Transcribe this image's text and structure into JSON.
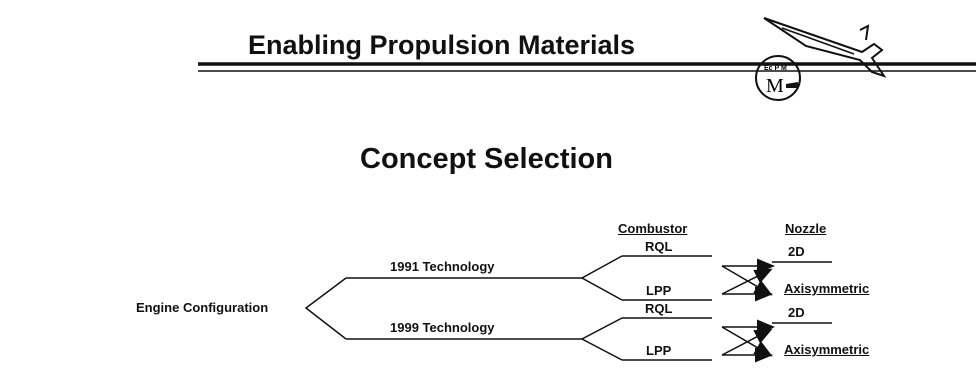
{
  "header": {
    "title": "Enabling Propulsion Materials"
  },
  "logo": {
    "icon": "aircraft-emblem-icon",
    "text_top": "Ec  P  M",
    "text_main": "M"
  },
  "section": {
    "title": "Concept Selection"
  },
  "tree": {
    "root": "Engine Configuration",
    "branches": [
      {
        "label": "1991 Technology",
        "combustors": [
          "RQL",
          "LPP"
        ],
        "nozzles": [
          "2D",
          "Axisymmetric"
        ]
      },
      {
        "label": "1999 Technology",
        "combustors": [
          "RQL",
          "LPP"
        ],
        "nozzles": [
          "2D",
          "Axisymmetric"
        ]
      }
    ],
    "column_headers": {
      "combustor": "Combustor",
      "nozzle": "Nozzle"
    }
  }
}
